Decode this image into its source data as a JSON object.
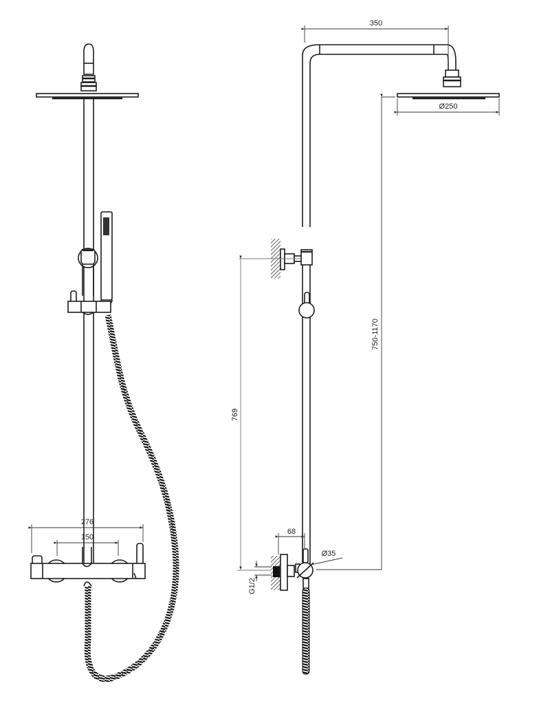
{
  "diagram": {
    "type": "technical-drawing",
    "subject": "shower system with rain head, hand shower and thermostatic mixer",
    "views": [
      "front-view",
      "side-view"
    ],
    "stroke_color": "#1a1a1a",
    "dimension_color": "#333333"
  },
  "front_view": {
    "dimensions": {
      "mixer_width": "276",
      "mixer_centers": "150"
    }
  },
  "side_view": {
    "dimensions": {
      "arm_reach": "350",
      "head_diameter": "Ø250",
      "height_range": "750-1170",
      "bracket_height": "769",
      "mixer_projection": "68",
      "mixer_diameter": "Ø35",
      "inlet_thread": "G1/2"
    }
  }
}
